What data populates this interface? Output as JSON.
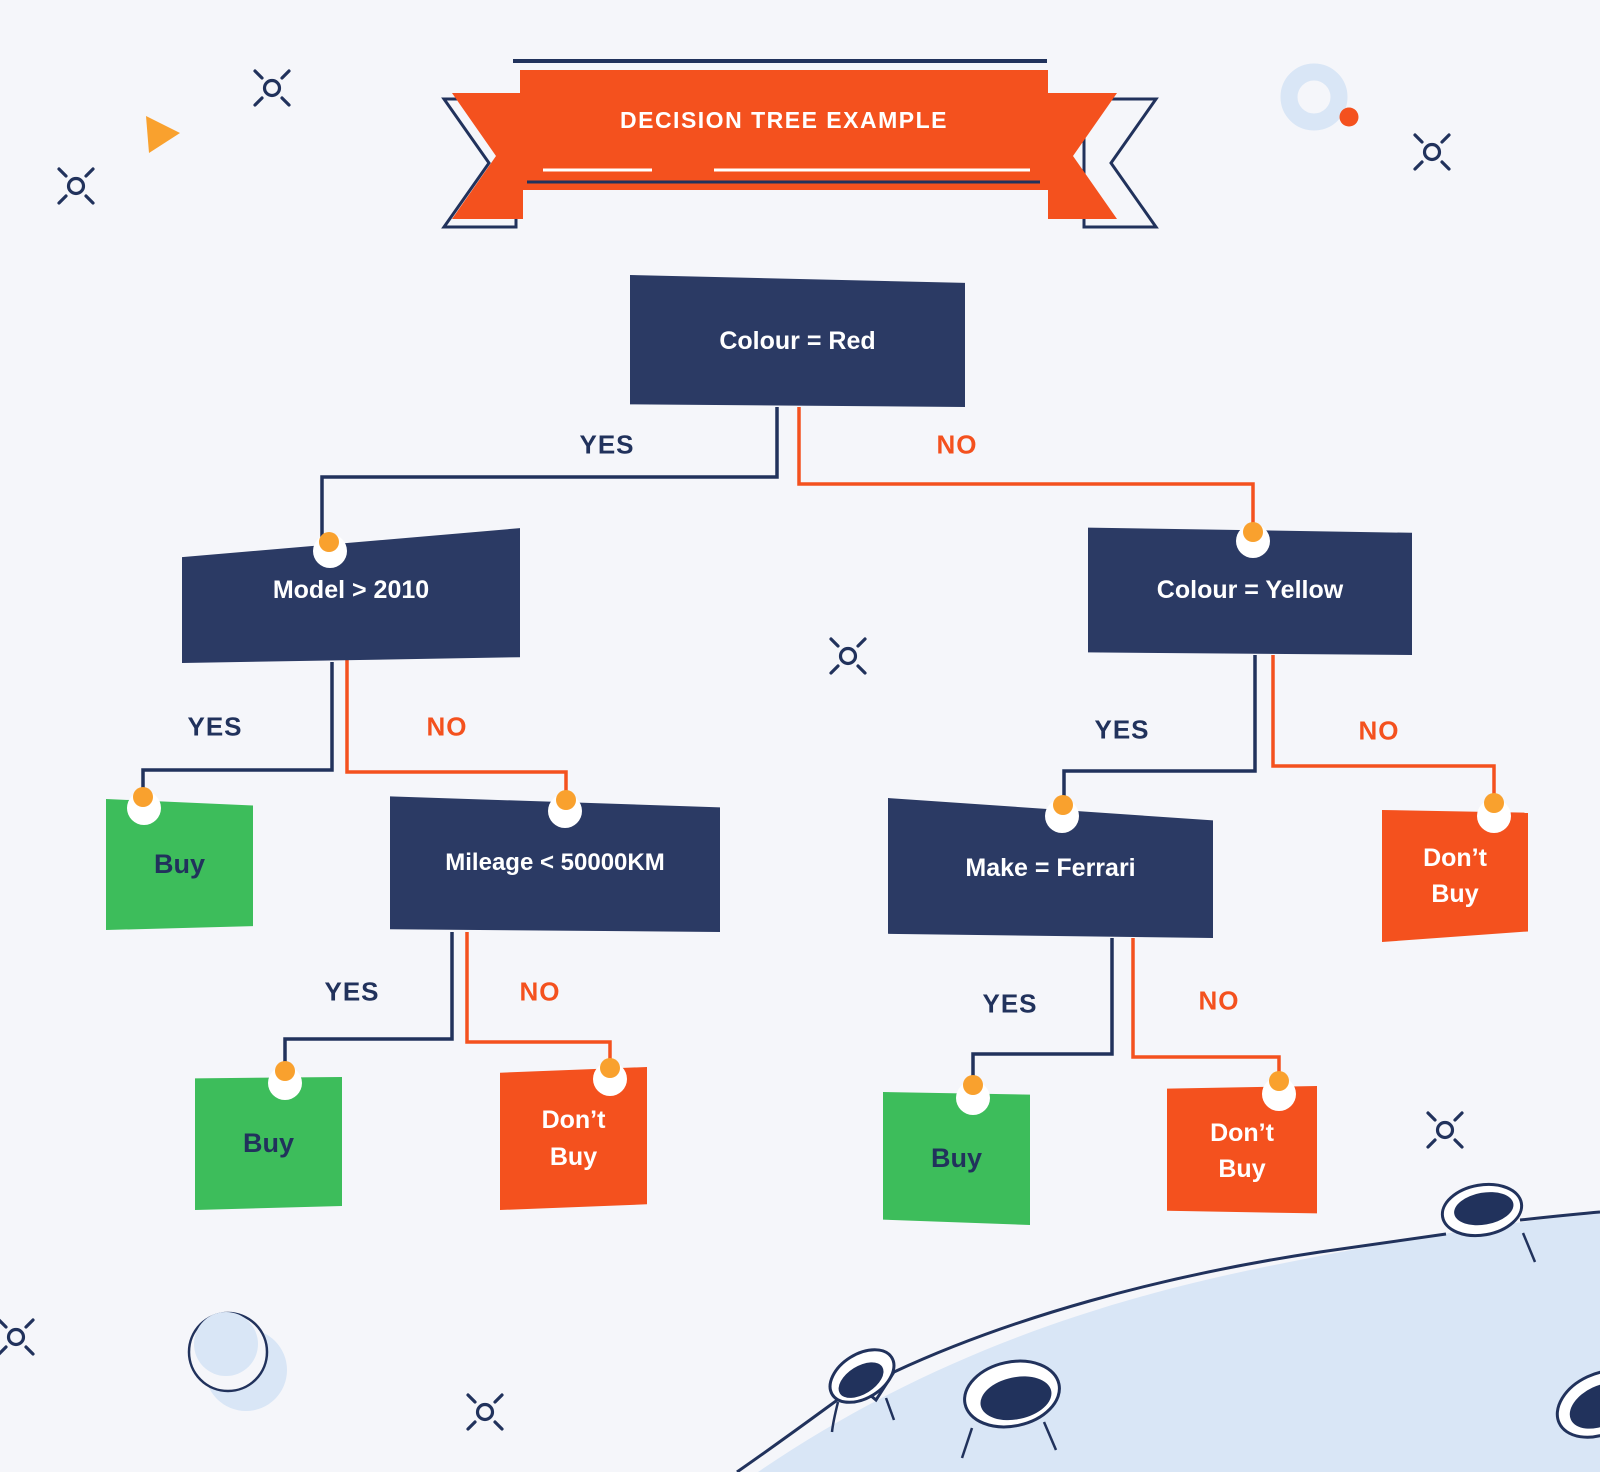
{
  "banner": {
    "title": "DECISION TREE EXAMPLE"
  },
  "nodes": {
    "root": {
      "label": "Colour = Red",
      "type": "decision"
    },
    "model": {
      "label": "Model > 2010",
      "type": "decision"
    },
    "colour_yellow": {
      "label": "Colour = Yellow",
      "type": "decision"
    },
    "buy_model": {
      "label": "Buy",
      "type": "outcome-positive"
    },
    "mileage": {
      "label": "Mileage < 50000KM",
      "type": "decision"
    },
    "make_ferrari": {
      "label": "Make = Ferrari",
      "type": "decision"
    },
    "dont_buy_yellow": {
      "label": "Don’t Buy",
      "type": "outcome-negative"
    },
    "buy_mileage": {
      "label": "Buy",
      "type": "outcome-positive"
    },
    "dont_buy_mileage": {
      "label": "Don’t Buy",
      "type": "outcome-negative"
    },
    "buy_ferrari": {
      "label": "Buy",
      "type": "outcome-positive"
    },
    "dont_buy_ferrari": {
      "label": "Don’t Buy",
      "type": "outcome-negative"
    }
  },
  "edges": [
    {
      "from": "root",
      "to": "model",
      "label": "YES"
    },
    {
      "from": "root",
      "to": "colour_yellow",
      "label": "NO"
    },
    {
      "from": "model",
      "to": "buy_model",
      "label": "YES"
    },
    {
      "from": "model",
      "to": "mileage",
      "label": "NO"
    },
    {
      "from": "colour_yellow",
      "to": "make_ferrari",
      "label": "YES"
    },
    {
      "from": "colour_yellow",
      "to": "dont_buy_yellow",
      "label": "NO"
    },
    {
      "from": "mileage",
      "to": "buy_mileage",
      "label": "YES"
    },
    {
      "from": "mileage",
      "to": "dont_buy_mileage",
      "label": "NO"
    },
    {
      "from": "make_ferrari",
      "to": "buy_ferrari",
      "label": "YES"
    },
    {
      "from": "make_ferrari",
      "to": "dont_buy_ferrari",
      "label": "NO"
    }
  ],
  "colors": {
    "navy": "#2B3A64",
    "line_navy": "#21325C",
    "orange": "#F4511E",
    "green": "#3DBD5B",
    "amber_pin": "#F9A12E",
    "light_blue": "#D9E6F6",
    "background": "#F5F6FA",
    "white": "#FFFFFF"
  }
}
